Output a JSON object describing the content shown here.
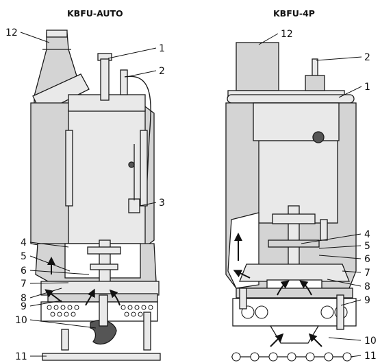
{
  "titles": {
    "left": "KBFU-AUTO",
    "right": "KBFU-4P"
  },
  "left_labels": [
    "12",
    "1",
    "2",
    "3",
    "4",
    "5",
    "6",
    "7",
    "8",
    "9",
    "10",
    "11"
  ],
  "right_labels": [
    "12",
    "2",
    "1",
    "4",
    "5",
    "6",
    "7",
    "8",
    "9",
    "10",
    "11"
  ],
  "colors": {
    "body_fill": "#d4d4d4",
    "light_fill": "#e9e9e9",
    "dark_fill": "#555555",
    "outline": "#1a1a1a",
    "water": "#ffffff"
  }
}
